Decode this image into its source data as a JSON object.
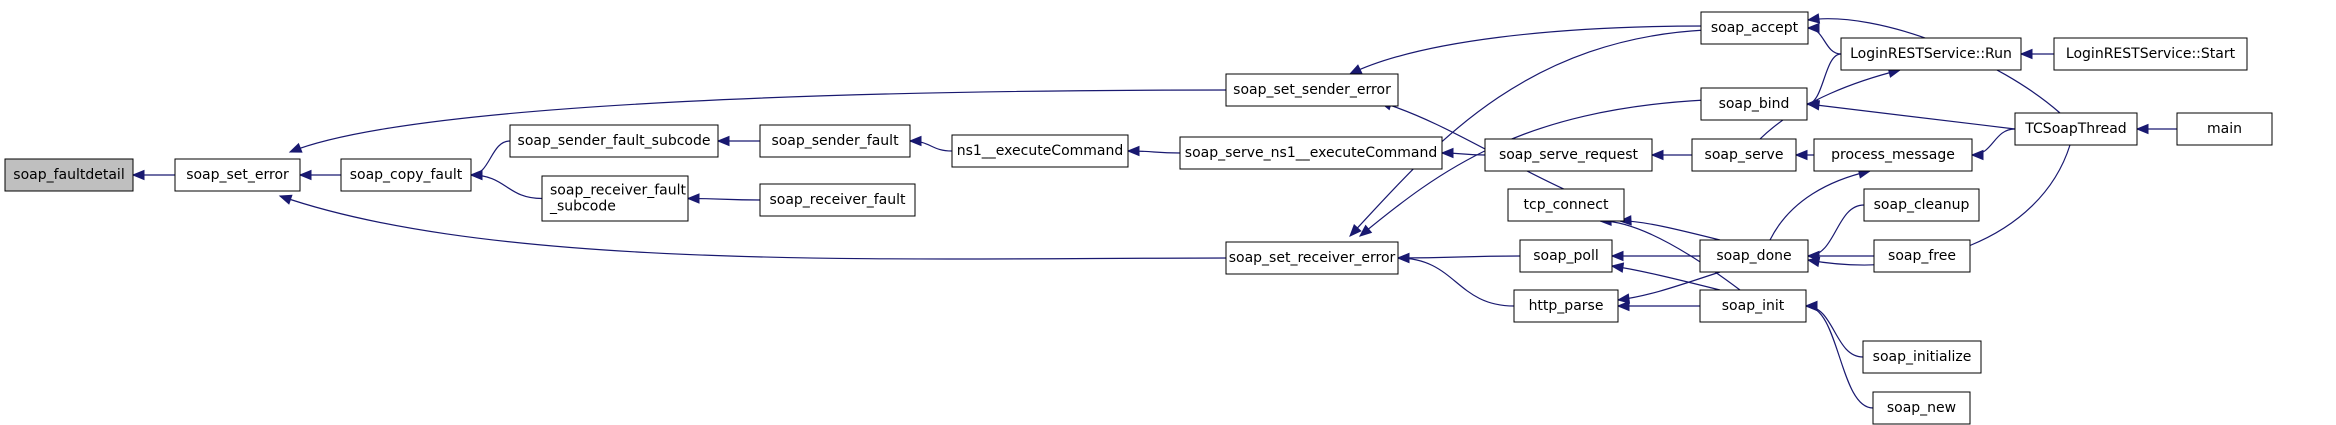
{
  "diagram": {
    "type": "call-graph",
    "colors": {
      "edge": "#191970",
      "node_border": "#000000",
      "root_fill": "#bfbfbf",
      "background": "#ffffff"
    },
    "nodes": [
      {
        "id": "soap_faultdetail",
        "label": "soap_faultdetail",
        "root": true
      },
      {
        "id": "soap_set_error",
        "label": "soap_set_error"
      },
      {
        "id": "soap_copy_fault",
        "label": "soap_copy_fault"
      },
      {
        "id": "soap_sender_fault_subcode",
        "label": "soap_sender_fault_subcode"
      },
      {
        "id": "soap_receiver_fault_subcode",
        "label": [
          "soap_receiver_fault",
          "_subcode"
        ]
      },
      {
        "id": "soap_sender_fault",
        "label": "soap_sender_fault"
      },
      {
        "id": "soap_receiver_fault",
        "label": "soap_receiver_fault"
      },
      {
        "id": "ns1__executeCommand",
        "label": "ns1__executeCommand"
      },
      {
        "id": "soap_set_sender_error",
        "label": "soap_set_sender_error"
      },
      {
        "id": "soap_serve_ns1__executeCommand",
        "label": "soap_serve_ns1__executeCommand"
      },
      {
        "id": "soap_set_receiver_error",
        "label": "soap_set_receiver_error"
      },
      {
        "id": "soap_accept",
        "label": "soap_accept"
      },
      {
        "id": "soap_bind",
        "label": "soap_bind"
      },
      {
        "id": "soap_serve_request",
        "label": "soap_serve_request"
      },
      {
        "id": "tcp_connect",
        "label": "tcp_connect"
      },
      {
        "id": "soap_poll",
        "label": "soap_poll"
      },
      {
        "id": "http_parse",
        "label": "http_parse"
      },
      {
        "id": "LoginRESTService_Run",
        "label": "LoginRESTService::Run"
      },
      {
        "id": "soap_serve",
        "label": "soap_serve"
      },
      {
        "id": "soap_done",
        "label": "soap_done"
      },
      {
        "id": "soap_init",
        "label": "soap_init"
      },
      {
        "id": "LoginRESTService_Start",
        "label": "LoginRESTService::Start"
      },
      {
        "id": "process_message",
        "label": "process_message"
      },
      {
        "id": "soap_cleanup",
        "label": "soap_cleanup"
      },
      {
        "id": "soap_free",
        "label": "soap_free"
      },
      {
        "id": "soap_initialize",
        "label": "soap_initialize"
      },
      {
        "id": "soap_new",
        "label": "soap_new"
      },
      {
        "id": "TCSoapThread",
        "label": "TCSoapThread"
      },
      {
        "id": "main",
        "label": "main"
      }
    ],
    "edges": [
      {
        "from": "soap_set_error",
        "to": "soap_faultdetail"
      },
      {
        "from": "soap_copy_fault",
        "to": "soap_set_error"
      },
      {
        "from": "soap_set_sender_error",
        "to": "soap_set_error"
      },
      {
        "from": "soap_set_receiver_error",
        "to": "soap_set_error"
      },
      {
        "from": "soap_sender_fault_subcode",
        "to": "soap_copy_fault"
      },
      {
        "from": "soap_receiver_fault_subcode",
        "to": "soap_copy_fault"
      },
      {
        "from": "soap_sender_fault",
        "to": "soap_sender_fault_subcode"
      },
      {
        "from": "soap_receiver_fault",
        "to": "soap_receiver_fault_subcode"
      },
      {
        "from": "ns1__executeCommand",
        "to": "soap_sender_fault"
      },
      {
        "from": "soap_serve_ns1__executeCommand",
        "to": "ns1__executeCommand"
      },
      {
        "from": "soap_serve_request",
        "to": "soap_serve_ns1__executeCommand"
      },
      {
        "from": "soap_serve",
        "to": "soap_serve_request"
      },
      {
        "from": "soap_accept",
        "to": "soap_set_sender_error"
      },
      {
        "from": "tcp_connect",
        "to": "soap_set_sender_error"
      },
      {
        "from": "soap_accept",
        "to": "soap_set_receiver_error"
      },
      {
        "from": "soap_bind",
        "to": "soap_set_receiver_error"
      },
      {
        "from": "soap_poll",
        "to": "soap_set_receiver_error"
      },
      {
        "from": "http_parse",
        "to": "soap_set_receiver_error"
      },
      {
        "from": "LoginRESTService_Run",
        "to": "soap_accept"
      },
      {
        "from": "TCSoapThread",
        "to": "soap_accept"
      },
      {
        "from": "LoginRESTService_Run",
        "to": "soap_bind"
      },
      {
        "from": "TCSoapThread",
        "to": "soap_bind"
      },
      {
        "from": "LoginRESTService_Start",
        "to": "LoginRESTService_Run"
      },
      {
        "from": "soap_serve",
        "to": "LoginRESTService_Run"
      },
      {
        "from": "process_message",
        "to": "soap_serve"
      },
      {
        "from": "TCSoapThread",
        "to": "process_message"
      },
      {
        "from": "main",
        "to": "TCSoapThread"
      },
      {
        "from": "soap_done",
        "to": "tcp_connect"
      },
      {
        "from": "soap_init",
        "to": "tcp_connect"
      },
      {
        "from": "soap_done",
        "to": "soap_poll"
      },
      {
        "from": "soap_init",
        "to": "soap_poll"
      },
      {
        "from": "soap_done",
        "to": "http_parse"
      },
      {
        "from": "soap_init",
        "to": "http_parse"
      },
      {
        "from": "soap_done",
        "to": "process_message"
      },
      {
        "from": "soap_cleanup",
        "to": "soap_done"
      },
      {
        "from": "soap_free",
        "to": "soap_done"
      },
      {
        "from": "TCSoapThread",
        "to": "soap_done"
      },
      {
        "from": "soap_initialize",
        "to": "soap_init"
      },
      {
        "from": "soap_new",
        "to": "soap_init"
      }
    ]
  }
}
